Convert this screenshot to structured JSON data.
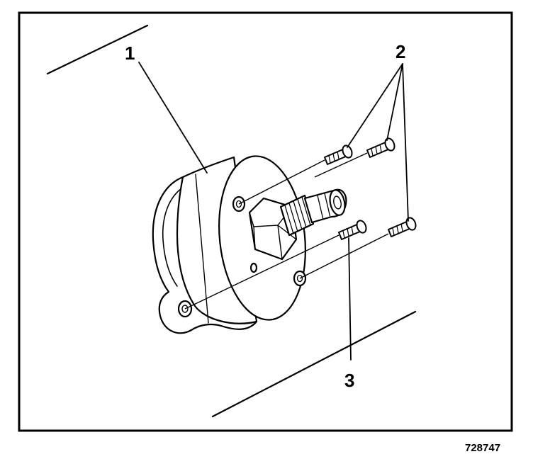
{
  "diagram": {
    "callouts": {
      "part1": "1",
      "part2": "2",
      "part3": "3"
    },
    "figure_id": "728747"
  },
  "colors": {
    "line": "#000000",
    "background": "#ffffff"
  }
}
